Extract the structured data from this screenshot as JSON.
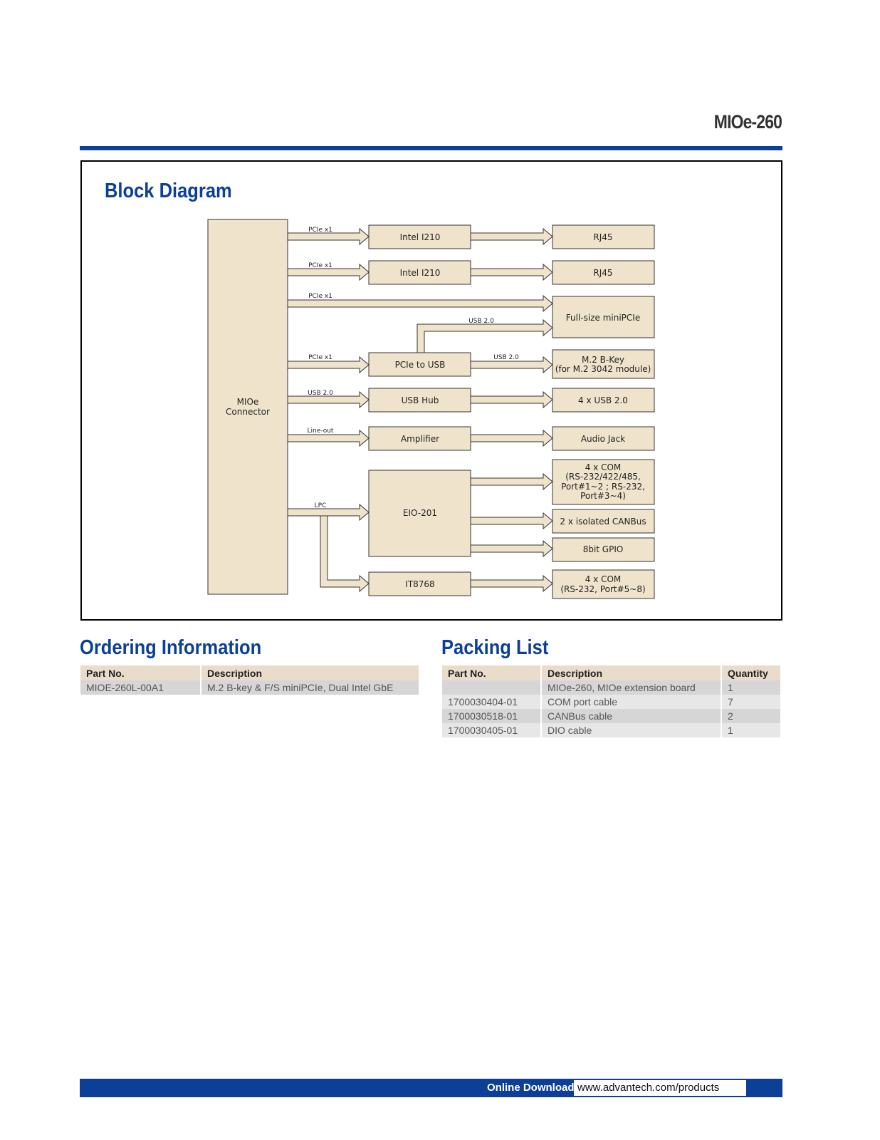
{
  "header": {
    "title": "MIOe-260"
  },
  "block_diagram": {
    "title": "Block Diagram",
    "connector": [
      "MIOe",
      "Connector"
    ],
    "chips": {
      "intel1": "Intel I210",
      "intel2": "Intel I210",
      "pcie_usb": "PCIe to USB",
      "usb_hub": "USB Hub",
      "amplifier": "Amplifier",
      "eio": "EIO-201",
      "it8768": "IT8768"
    },
    "outputs": {
      "rj45_1": "RJ45",
      "rj45_2": "RJ45",
      "minipcie": "Full-size miniPCIe",
      "m2": [
        "M.2 B-Key",
        "(for M.2 3042 module)"
      ],
      "usb": "4 x USB 2.0",
      "audio": "Audio Jack",
      "com1": [
        "4 x COM",
        "(RS-232/422/485,",
        "Port#1~2 ; RS-232,",
        "Port#3~4)"
      ],
      "can": "2 x isolated CANBus",
      "gpio": "8bit GPIO",
      "com2": [
        "4 x COM",
        "(RS-232, Port#5~8)"
      ]
    },
    "bus_labels": {
      "l1": "PCIe x1",
      "l2": "PCIe x1",
      "l3": "PCIe x1",
      "l4": "USB 2.0",
      "l5": "PCIe x1",
      "l6": "USB 2.0",
      "l7": "USB 2.0",
      "l8": "Line-out",
      "l9": "LPC"
    }
  },
  "ordering": {
    "title": "Ordering Information",
    "headers": [
      "Part No.",
      "Description"
    ],
    "rows": [
      [
        "MIOE-260L-00A1",
        "M.2 B-key & F/S miniPCIe, Dual Intel GbE"
      ]
    ]
  },
  "packing": {
    "title": "Packing List",
    "headers": [
      "Part No.",
      "Description",
      "Quantity"
    ],
    "rows": [
      [
        "",
        "MIOe-260, MIOe extension board",
        "1"
      ],
      [
        "1700030404-01",
        "COM port cable",
        "7"
      ],
      [
        "1700030518-01",
        "CANBus cable",
        "2"
      ],
      [
        "1700030405-01",
        "DIO cable",
        "1"
      ]
    ]
  },
  "footer": {
    "label": "Online Download",
    "url": "www.advantech.com/products"
  }
}
